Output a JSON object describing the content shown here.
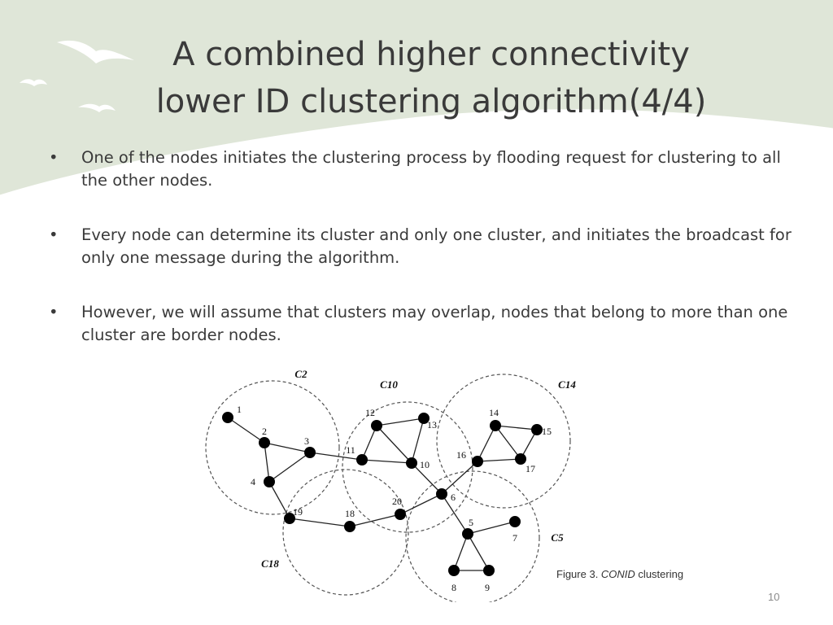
{
  "title": {
    "line1": "A combined higher connectivity",
    "line2": "lower ID clustering algorithm(4/4)"
  },
  "bullets": [
    "One of the nodes initiates the clustering process by flooding request for clustering to all the other nodes.",
    "Every node can determine its cluster and only one cluster, and initiates the broadcast for only one message during the algorithm.",
    "However, we will assume that clusters may overlap, nodes that belong to more than one cluster are border nodes."
  ],
  "bullet_symbol": "•",
  "diagram": {
    "clusters": [
      "C2",
      "C10",
      "C14",
      "C18",
      "C5"
    ],
    "nodes": [
      "1",
      "2",
      "3",
      "4",
      "5",
      "6",
      "7",
      "8",
      "9",
      "10",
      "11",
      "12",
      "13",
      "14",
      "15",
      "16",
      "17",
      "18",
      "19",
      "20"
    ],
    "edges": [
      [
        "1",
        "2"
      ],
      [
        "2",
        "3"
      ],
      [
        "2",
        "4"
      ],
      [
        "3",
        "4"
      ],
      [
        "3",
        "11"
      ],
      [
        "11",
        "10"
      ],
      [
        "11",
        "12"
      ],
      [
        "12",
        "13"
      ],
      [
        "12",
        "10"
      ],
      [
        "13",
        "10"
      ],
      [
        "10",
        "6"
      ],
      [
        "6",
        "16"
      ],
      [
        "6",
        "20"
      ],
      [
        "6",
        "5"
      ],
      [
        "20",
        "18"
      ],
      [
        "18",
        "19"
      ],
      [
        "19",
        "4"
      ],
      [
        "16",
        "14"
      ],
      [
        "16",
        "17"
      ],
      [
        "14",
        "15"
      ],
      [
        "14",
        "17"
      ],
      [
        "15",
        "17"
      ],
      [
        "5",
        "7"
      ],
      [
        "5",
        "8"
      ],
      [
        "5",
        "9"
      ],
      [
        "8",
        "9"
      ]
    ]
  },
  "caption": {
    "prefix": "Figure 3. ",
    "italic": "CONID",
    "suffix": " clustering"
  },
  "page_number": "10",
  "colors": {
    "header_band": "#dfe6d8",
    "title_text": "#3a3a3a",
    "body_text": "#3a3a3a",
    "node_fill": "#000000",
    "cluster_stroke": "#555555"
  },
  "icons": [
    "bird-icon",
    "bird-icon",
    "bird-icon"
  ]
}
